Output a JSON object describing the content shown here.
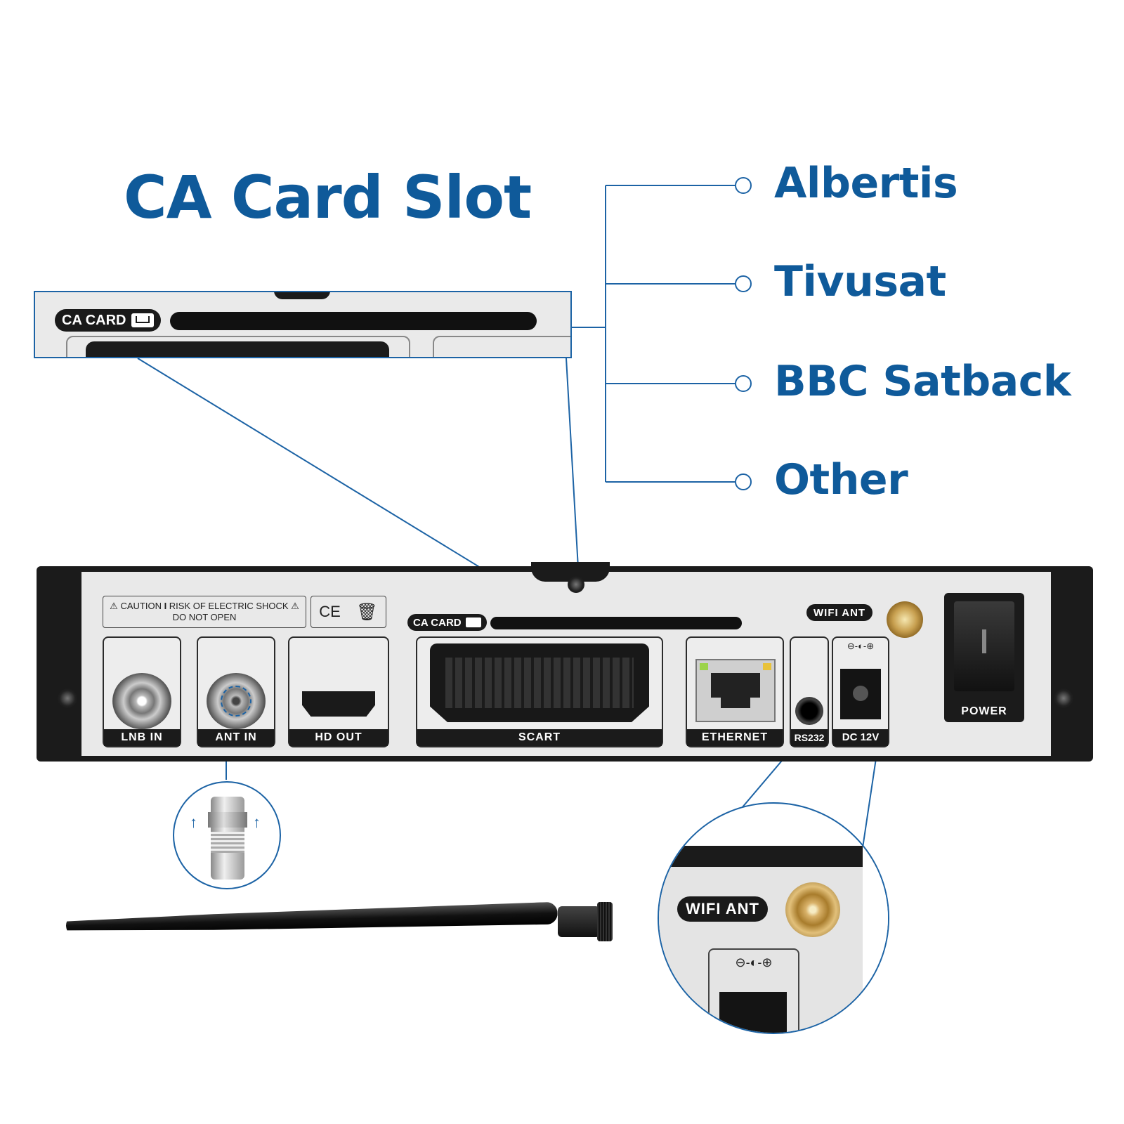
{
  "headline": "CA Card Slot",
  "categories": [
    {
      "label": "Albertis"
    },
    {
      "label": "Tivusat"
    },
    {
      "label": "BBC Satback"
    },
    {
      "label": "Other"
    }
  ],
  "callout": {
    "card_label": "CA CARD"
  },
  "panel": {
    "caution_line1": "CAUTION",
    "caution_line1b": "RISK OF ELECTRIC SHOCK",
    "caution_line2": "DO NOT OPEN",
    "ce_mark": "CE",
    "card_label": "CA CARD",
    "wifi_label": "WIFI ANT",
    "ports": {
      "lnb_in": "LNB IN",
      "ant_in": "ANT IN",
      "hd_out": "HD OUT",
      "scart": "SCART",
      "ethernet": "ETHERNET",
      "rs232": "RS232",
      "dc": "DC 12V",
      "power": "POWER"
    }
  },
  "zoom": {
    "wifi_label": "WIFI ANT"
  },
  "colors": {
    "accent": "#0f5a9a",
    "line": "#1c63a5"
  }
}
